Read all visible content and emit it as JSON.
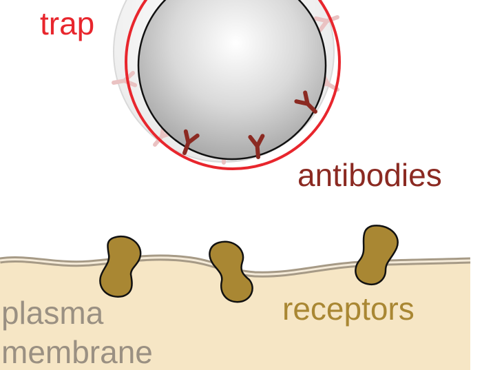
{
  "labels": {
    "trap": "trap",
    "antibodies": "antibodies",
    "receptors": "receptors",
    "plasma_line1": "plasma",
    "plasma_line2": "membrane"
  },
  "colors": {
    "trap": "#e8262d",
    "antibodies": "#8b2a22",
    "receptors": "#a98733",
    "plasma_text": "#9a9082",
    "membrane_fill": "#f6e6c5",
    "membrane_line": "#a69a86",
    "bead": "#c9c9c9"
  }
}
